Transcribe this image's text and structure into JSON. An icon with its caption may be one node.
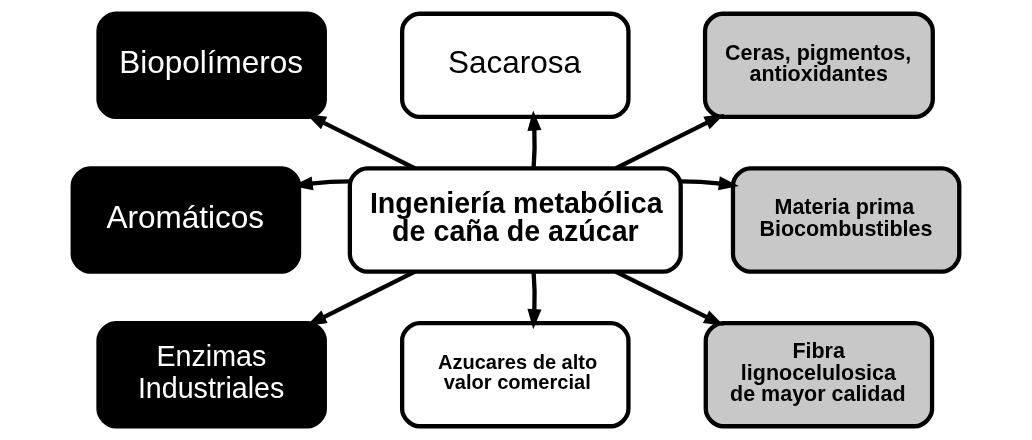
{
  "diagram": {
    "nodes": [
      {
        "text": [
          "Ingeniería metabólica de caña de azúcar"
        ]
      },
      {
        "text": [
          "Biopolímeros"
        ]
      },
      {
        "text": [
          "Sacarosa"
        ]
      },
      {
        "text": [
          "Ceras, pigmentos, antioxidantes"
        ]
      },
      {
        "text": [
          "Aromáticos"
        ]
      },
      {
        "text": [
          "Materia prima Biocombustibles"
        ]
      },
      {
        "text": [
          "Enzimas Industriales"
        ]
      },
      {
        "text": [
          "Azucares de alto valor comercial"
        ]
      },
      {
        "text": [
          "Fibra lignocelulosica de mayor calidad"
        ]
      }
    ],
    "edges": [
      {
        "from": 0,
        "to": 1,
        "arrow": "to"
      },
      {
        "from": 0,
        "to": 2,
        "arrow": "to"
      },
      {
        "from": 0,
        "to": 3,
        "arrow": "to"
      },
      {
        "from": 0,
        "to": 4,
        "arrow": "to"
      },
      {
        "from": 0,
        "to": 5,
        "arrow": "to"
      },
      {
        "from": 0,
        "to": 6,
        "arrow": "to"
      },
      {
        "from": 0,
        "to": 7,
        "arrow": "to"
      },
      {
        "from": 0,
        "to": 8,
        "arrow": "to"
      }
    ]
  }
}
